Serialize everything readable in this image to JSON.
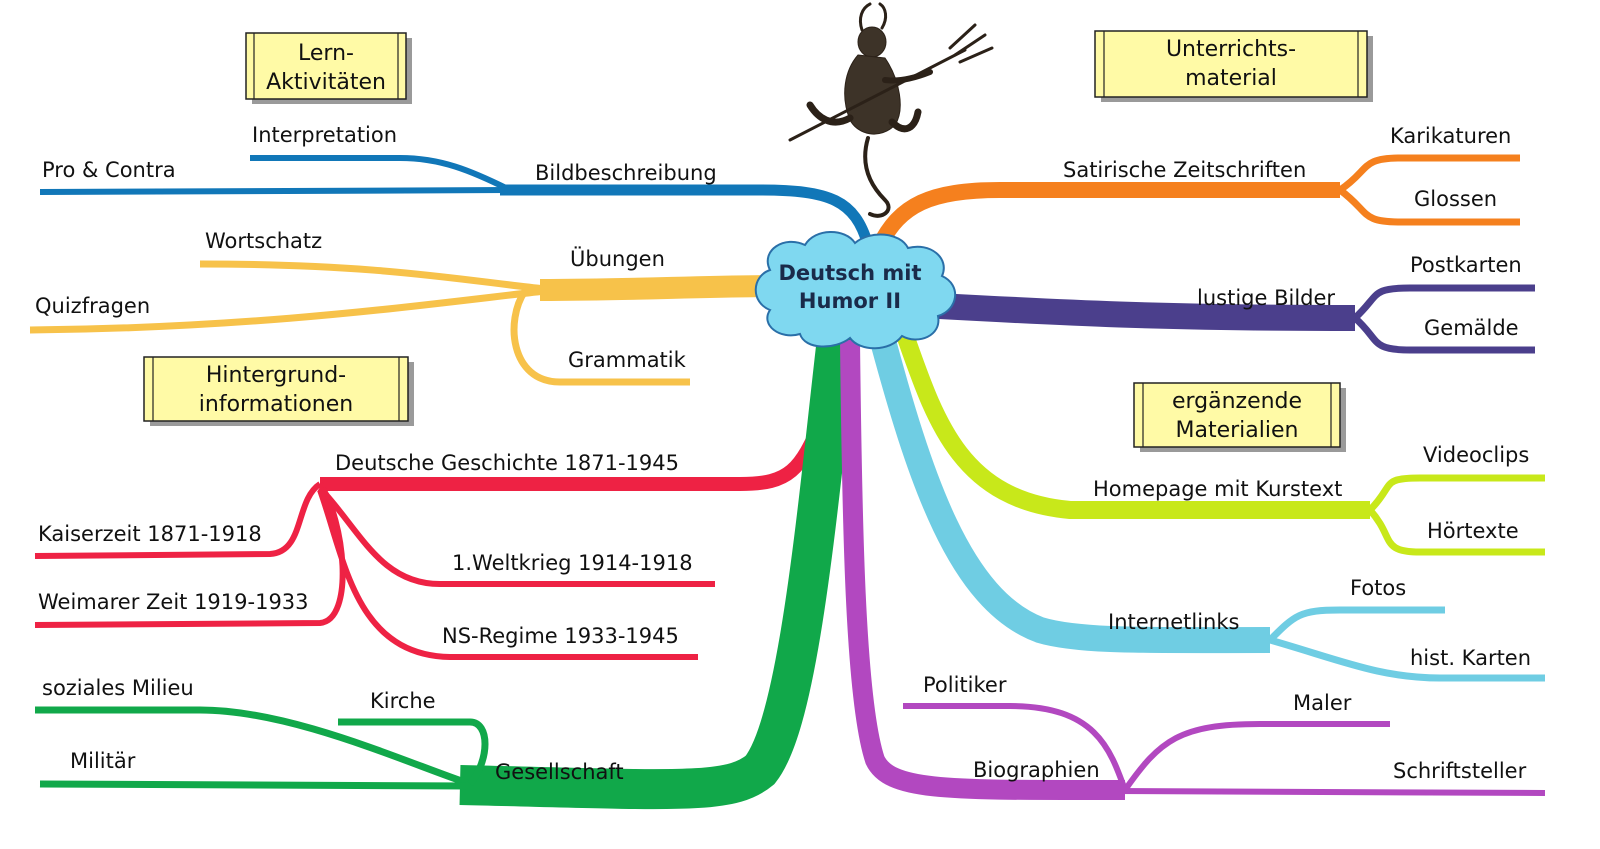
{
  "center": {
    "line1": "Deutsch mit",
    "line2": "Humor II"
  },
  "headers": {
    "lern": {
      "line1": "Lern-",
      "line2": "Aktivitäten"
    },
    "unterricht": {
      "line1": "Unterrichts-",
      "line2": "material"
    },
    "hintergrund": {
      "line1": "Hintergrund-",
      "line2": "informationen"
    },
    "ergaenzend": {
      "line1": "ergänzende",
      "line2": "Materialien"
    }
  },
  "colors": {
    "blue": "#1177b8",
    "yellow": "#f7c24a",
    "red": "#ee2244",
    "green": "#11a84a",
    "purple": "#b248c0",
    "lightblue": "#6fcde3",
    "lime": "#c8e81a",
    "navy": "#4b3f8c",
    "orange": "#f5801e",
    "cloud": "#7fd8f0",
    "header_fill": "#fffaa6"
  },
  "branches": {
    "bildbeschreibung": {
      "label": "Bildbeschreibung",
      "children": [
        "Interpretation",
        "Pro & Contra"
      ]
    },
    "uebungen": {
      "label": "Übungen",
      "children": [
        "Wortschatz",
        "Quizfragen",
        "Grammatik"
      ]
    },
    "geschichte": {
      "label": "Deutsche Geschichte 1871-1945",
      "children": [
        "Kaiserzeit 1871-1918",
        "Weimarer Zeit 1919-1933",
        "1.Weltkrieg 1914-1918",
        "NS-Regime 1933-1945"
      ]
    },
    "gesellschaft": {
      "label": "Gesellschaft",
      "children": [
        "soziales Milieu",
        "Militär",
        "Kirche"
      ]
    },
    "zeitschriften": {
      "label": "Satirische Zeitschriften",
      "children": [
        "Karikaturen",
        "Glossen"
      ]
    },
    "bilder": {
      "label": "lustige Bilder",
      "children": [
        "Postkarten",
        "Gemälde"
      ]
    },
    "homepage": {
      "label": "Homepage mit Kurstext",
      "children": [
        "Videoclips",
        "Hörtexte"
      ]
    },
    "internetlinks": {
      "label": "Internetlinks",
      "children": [
        "Fotos",
        "hist. Karten"
      ]
    },
    "biographien": {
      "label": "Biographien",
      "children": [
        "Politiker",
        "Maler",
        "Schriftsteller"
      ]
    }
  }
}
